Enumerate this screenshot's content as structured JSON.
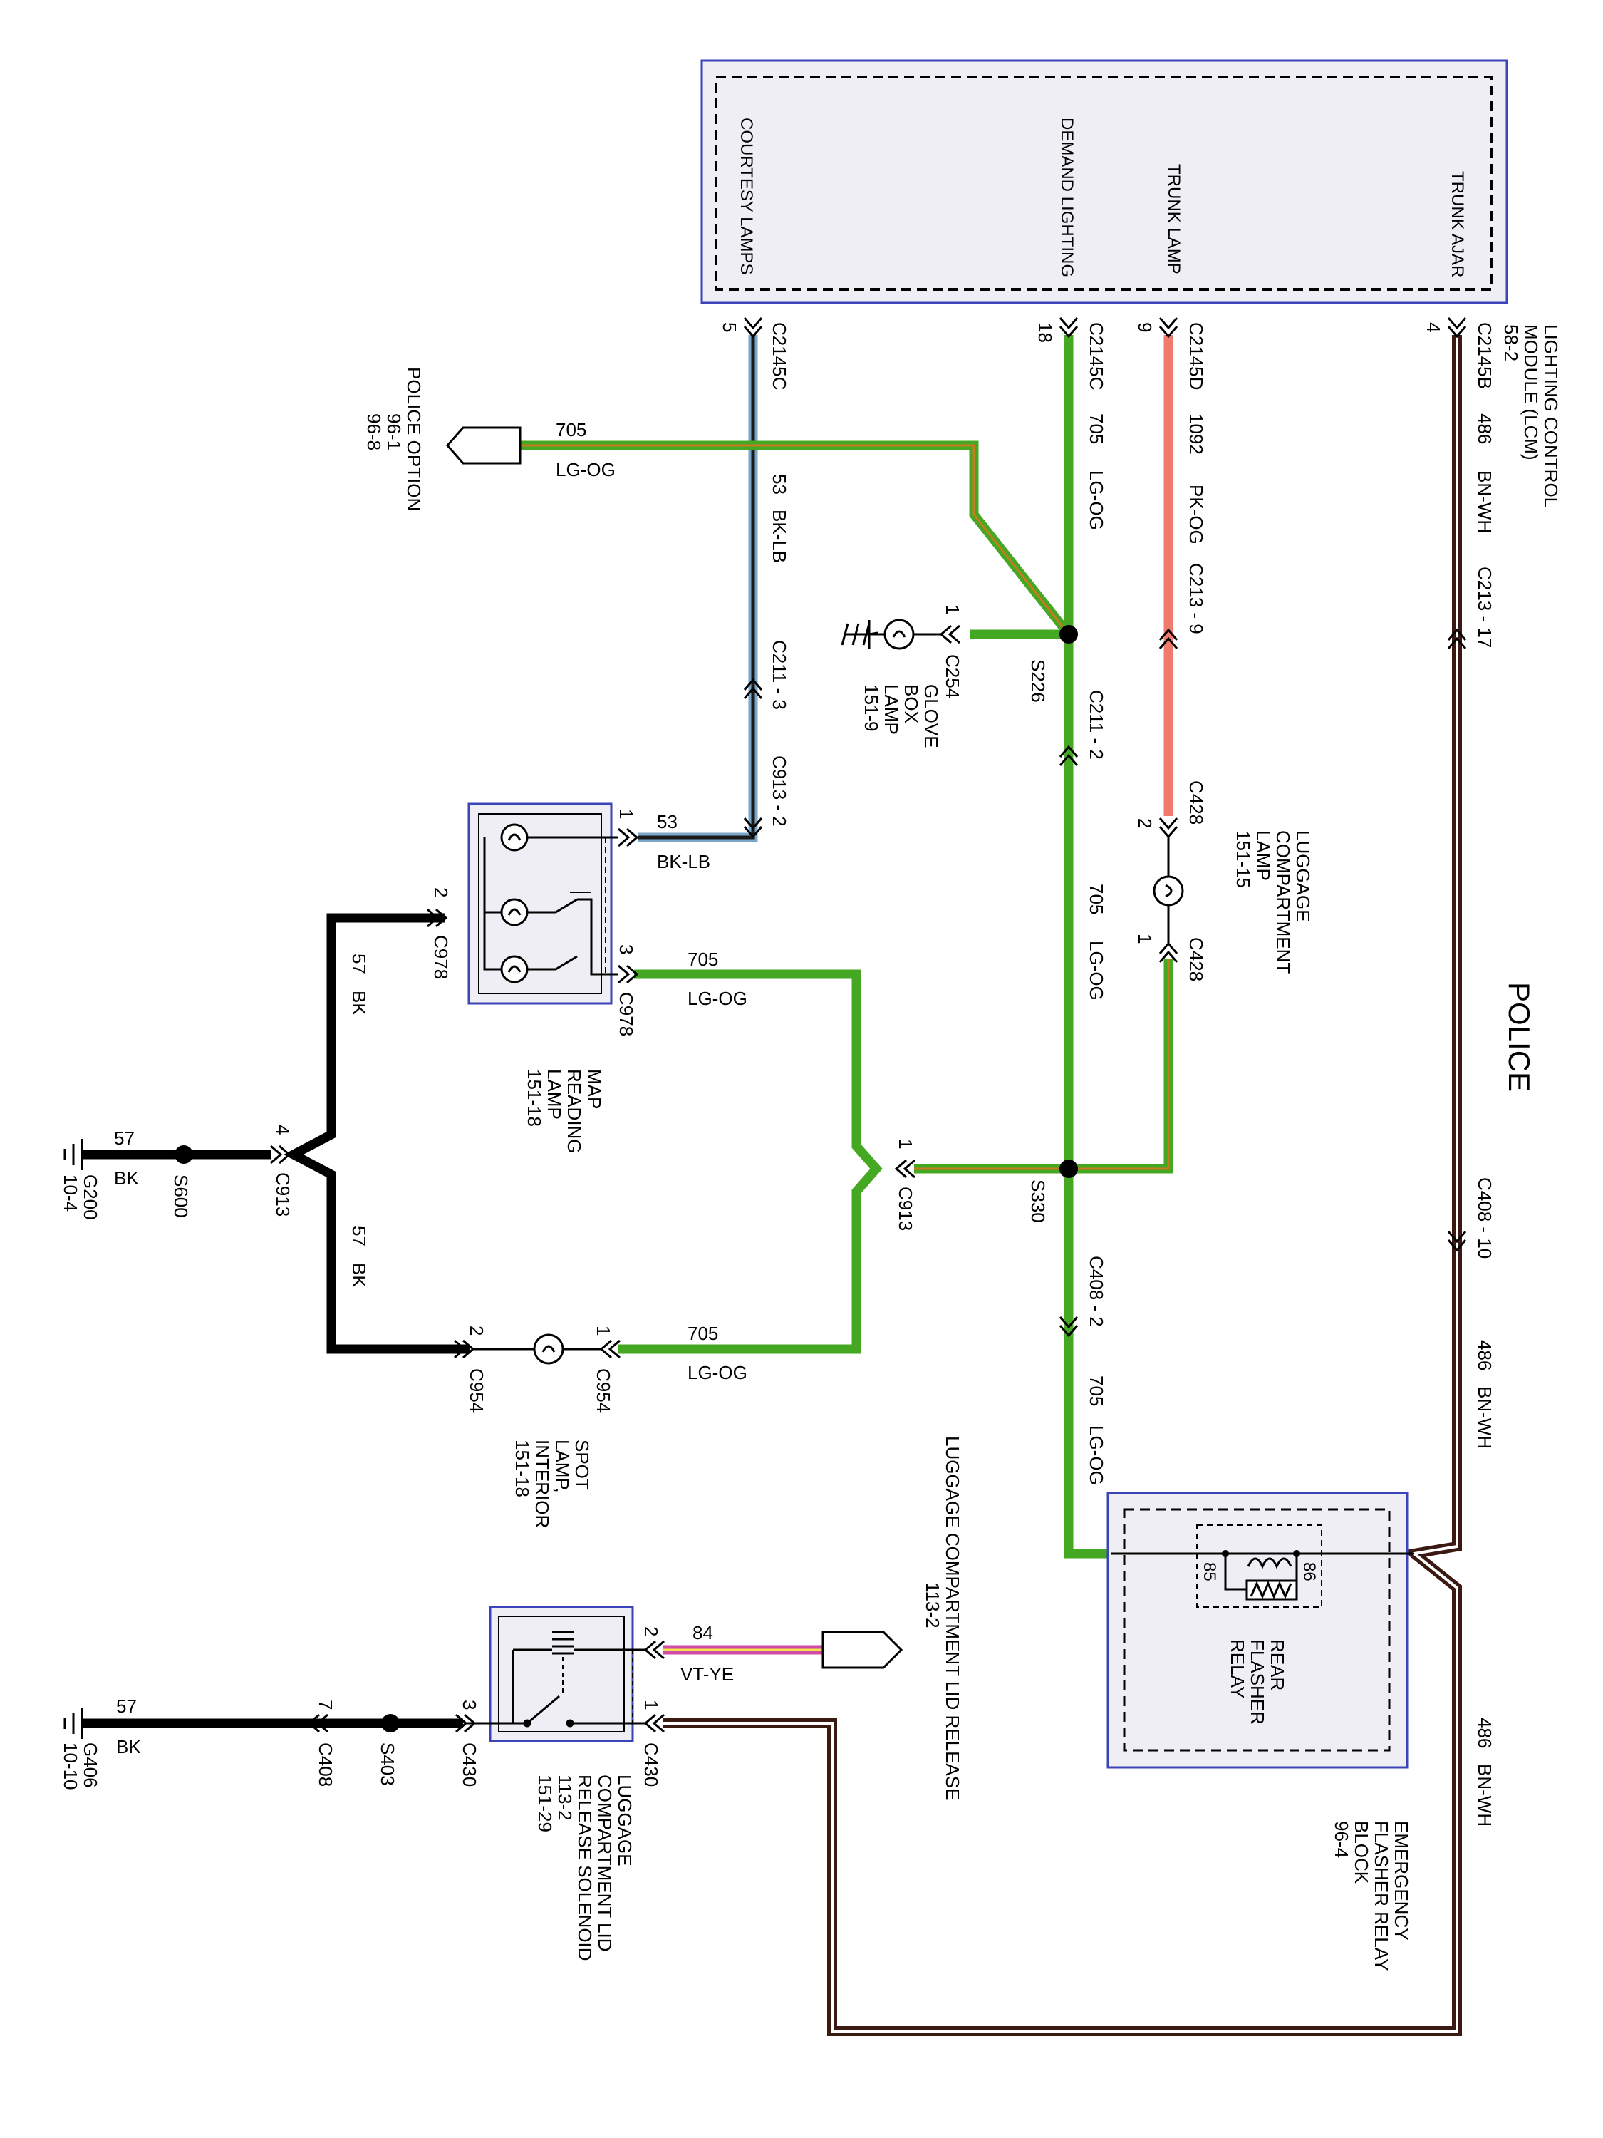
{
  "title": "POLICE",
  "colors": {
    "lg_og": "#44a822",
    "lg_og_stripe": "#d07818",
    "pk_og": "#f07a6e",
    "bn_wh": "#3a1a12",
    "bn_wh_stripe": "#ffffff",
    "bk_lb": "#7aa6c8",
    "vt_ye": "#d04aa8",
    "bk": "#000000",
    "module_border": "#3b44b8",
    "module_fill": "#eeeef4"
  },
  "lcm": {
    "name": "LIGHTING CONTROL",
    "name2": "MODULE (LCM)",
    "ref": "58-2",
    "pins": [
      {
        "label": "COURTESY LAMPS",
        "pin": "5",
        "connector": "C2145C"
      },
      {
        "label": "DEMAND LIGHTING",
        "pin": "18",
        "connector": "C2145C"
      },
      {
        "label": "TRUNK LAMP",
        "pin": "9",
        "connector": "C2145D"
      },
      {
        "label": "TRUNK AJAR",
        "pin": "4",
        "connector": "C2145B"
      }
    ]
  },
  "wires": {
    "c705": "705",
    "lg_og": "LG-OG",
    "c1092": "1092",
    "pk_og": "PK-OG",
    "c486": "486",
    "bn_wh": "BN-WH",
    "c53": "53",
    "bk_lb": "BK-LB",
    "c57": "57",
    "bk": "BK",
    "c84": "84",
    "vt_ye": "VT-YE"
  },
  "connectors": {
    "c213_9": "C213 - 9",
    "c213_17": "C213 - 17",
    "c211_3": "C211 - 3",
    "c211_2": "C211 - 2",
    "c913_2": "C913 - 2",
    "c428": "C428",
    "c254": "C254",
    "s226": "S226",
    "s330": "S330",
    "c913": "C913",
    "c978": "C978",
    "c954": "C954",
    "c408_2": "C408 - 2",
    "c408_10": "C408 - 10",
    "c408": "C408",
    "c430": "C430",
    "s600": "S600",
    "s403": "S403",
    "g200": "G200",
    "g200_ref": "10-4",
    "g406": "G406",
    "g406_ref": "10-10"
  },
  "pins": {
    "p1": "1",
    "p2": "2",
    "p3": "3",
    "p4": "4",
    "p7": "7"
  },
  "components": {
    "police_option": {
      "name": "POLICE OPTION",
      "ref1": "96-1",
      "ref2": "96-8"
    },
    "glove_box": {
      "l1": "GLOVE",
      "l2": "BOX",
      "l3": "LAMP",
      "ref": "151-9"
    },
    "luggage_lamp": {
      "l1": "LUGGAGE",
      "l2": "COMPARTMENT",
      "l3": "LAMP",
      "ref": "151-15"
    },
    "map_lamp": {
      "l1": "MAP",
      "l2": "READING",
      "l3": "LAMP",
      "ref": "151-18"
    },
    "spot_lamp": {
      "l1": "SPOT",
      "l2": "LAMP,",
      "l3": "INTERIOR",
      "ref": "151-18"
    },
    "lid_release": {
      "name": "LUGGAGE COMPARTMENT LID RELEASE",
      "ref": "113-2"
    },
    "solenoid": {
      "l1": "LUGGAGE",
      "l2": "COMPARTMENT LID",
      "l3": "RELEASE SOLENOID",
      "ref1": "113-2",
      "ref2": "151-29"
    },
    "rear_flasher": {
      "l1": "REAR",
      "l2": "FLASHER",
      "l3": "RELAY",
      "p85": "85",
      "p86": "86"
    },
    "efrb": {
      "l1": "EMERGENCY",
      "l2": "FLASHER RELAY",
      "l3": "BLOCK",
      "ref": "96-4"
    }
  }
}
